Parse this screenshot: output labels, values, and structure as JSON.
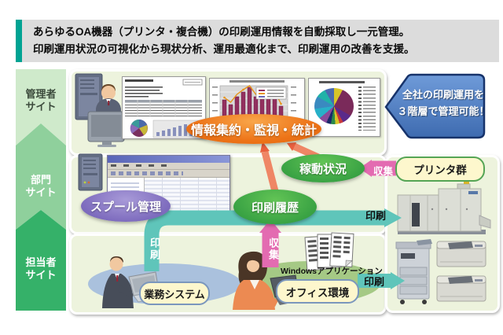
{
  "header": {
    "line1": "あらゆるOA機器（プリンタ・複合機）の印刷運用情報を自動採取し一元管理。",
    "line2": "印刷運用状況の可視化から現状分析、運用最適化まで、印刷運用の改善を支援。"
  },
  "sidebar": {
    "levels": [
      {
        "line1": "管理者",
        "line2": "サイト"
      },
      {
        "line1": "部門",
        "line2": "サイト"
      },
      {
        "line1": "担当者",
        "line2": "サイト"
      }
    ]
  },
  "callout": {
    "line1": "全社の印刷運用を",
    "line2": "３階層で管理可能！"
  },
  "badges": {
    "aggregate": "情報集約・監視・統計",
    "spool": "スプール管理",
    "history": "印刷履歴",
    "status": "稼動状況"
  },
  "labels": {
    "printers_group": "プリンタ群",
    "business_system": "業務システム",
    "office_env": "オフィス環境",
    "windows_apps": "Windowsアプリケーション"
  },
  "flows": {
    "print": "印刷",
    "collect": "収集"
  },
  "colors": {
    "accent_teal": "#00a393",
    "band_green_light": "#cfeacb",
    "band_green_mid": "#8fd09c",
    "band_green_dark": "#35b169",
    "panel_fill": "#edf3dd",
    "arrow_teal": "#5fc5ba",
    "arrow_pink": "#e36bb1",
    "arrow_salmon": "#ee7c5b",
    "badge_orange": "#ed7418",
    "badge_purple": "#7e6cbe",
    "badge_green": "#3aa344",
    "callout_blue": "#4a79c4"
  }
}
